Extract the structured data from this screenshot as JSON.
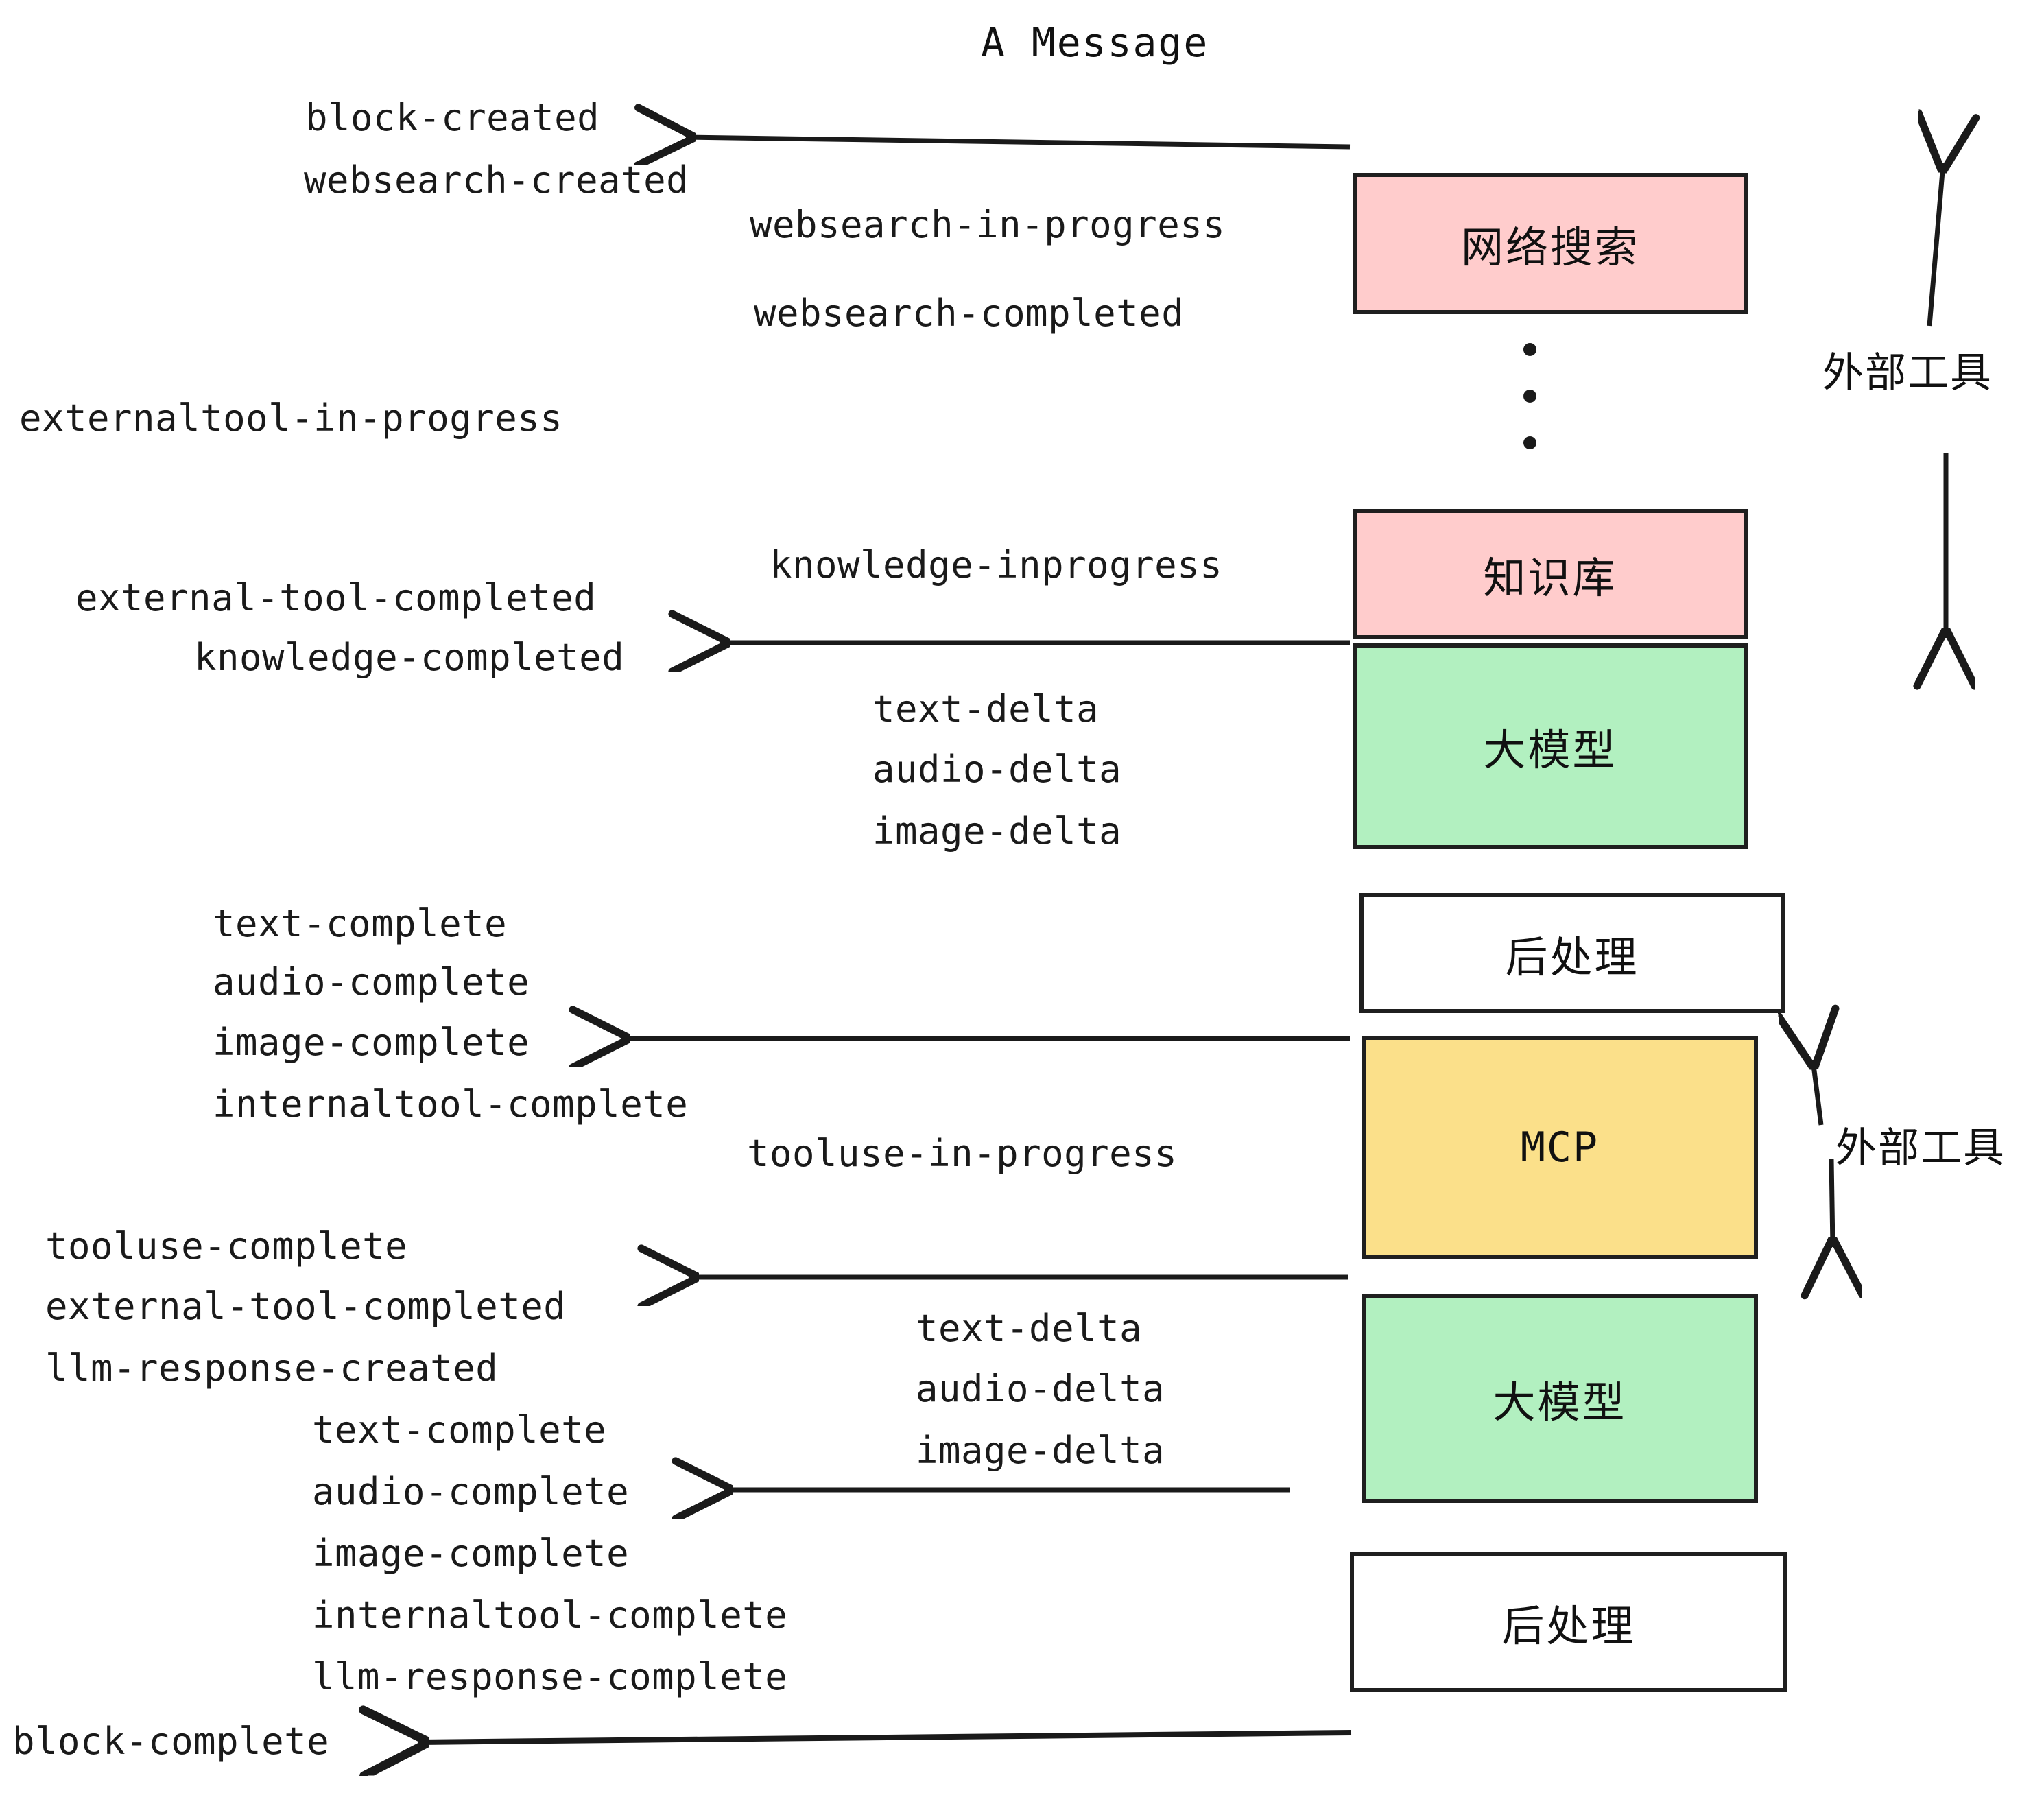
{
  "title": "A Message",
  "colors": {
    "pink": "#ffcccc",
    "green": "#b2f0c0",
    "yellow": "#fbe08a",
    "white": "#ffffff",
    "stroke": "#1f1f1f",
    "text": "#1a1a1a"
  },
  "nodes": [
    {
      "id": "websearch",
      "label": "网络搜索",
      "fill": "pink"
    },
    {
      "id": "knowledge",
      "label": "知识库",
      "fill": "pink"
    },
    {
      "id": "llm-1",
      "label": "大模型",
      "fill": "green"
    },
    {
      "id": "postprocess-1",
      "label": "后处理",
      "fill": "white"
    },
    {
      "id": "mcp",
      "label": "MCP",
      "fill": "yellow"
    },
    {
      "id": "llm-2",
      "label": "大模型",
      "fill": "green"
    },
    {
      "id": "postprocess-2",
      "label": "后处理",
      "fill": "white"
    }
  ],
  "group_labels": [
    {
      "id": "external-tools-top",
      "label": "外部工具"
    },
    {
      "id": "external-tools-bottom",
      "label": "外部工具"
    }
  ],
  "events": {
    "block_created": "block-created",
    "websearch_created": "websearch-created",
    "websearch_in_progress": "websearch-in-progress",
    "websearch_completed": "websearch-completed",
    "externaltool_in_progress": "externaltool-in-progress",
    "knowledge_inprogress": "knowledge-inprogress",
    "external_tool_completed_1": "external-tool-completed",
    "knowledge_completed": "knowledge-completed",
    "text_delta_1": "text-delta",
    "audio_delta_1": "audio-delta",
    "image_delta_1": "image-delta",
    "text_complete_1": "text-complete",
    "audio_complete_1": "audio-complete",
    "image_complete_1": "image-complete",
    "internaltool_complete_1": "internaltool-complete",
    "tooluse_in_progress": "tooluse-in-progress",
    "tooluse_complete": "tooluse-complete",
    "external_tool_completed_2": "external-tool-completed",
    "llm_response_created": "llm-response-created",
    "text_delta_2": "text-delta",
    "audio_delta_2": "audio-delta",
    "image_delta_2": "image-delta",
    "text_complete_2": "text-complete",
    "audio_complete_2": "audio-complete",
    "image_complete_2": "image-complete",
    "internaltool_complete_2": "internaltool-complete",
    "llm_response_complete": "llm-response-complete",
    "block_complete": "block-complete"
  }
}
